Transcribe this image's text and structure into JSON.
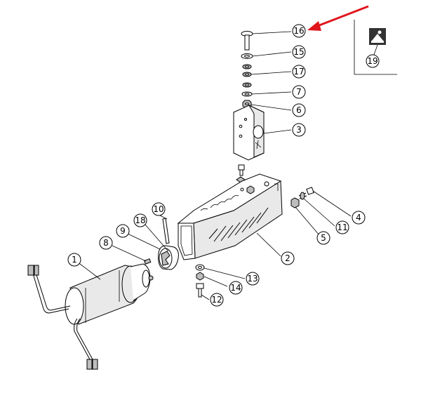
{
  "callouts": [
    "1",
    "2",
    "3",
    "4",
    "5",
    "6",
    "7",
    "8",
    "9",
    "10",
    "11",
    "12",
    "13",
    "14",
    "15",
    "16",
    "17",
    "18",
    "19"
  ],
  "colors": {
    "arrow": "#e0161d",
    "ink": "#000000",
    "paper": "#ffffff"
  },
  "highlighted_part": "16",
  "icon": "manual-warning-icon"
}
